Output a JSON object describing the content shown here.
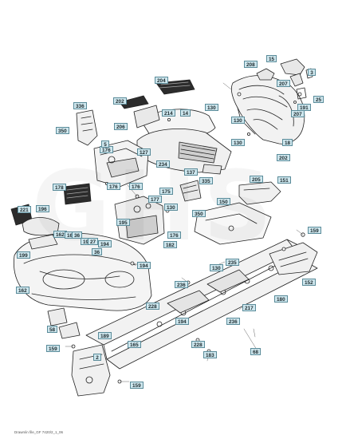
{
  "watermark": "GHS",
  "footer": "Drawn/in file_GF 7420/2_1_06",
  "callouts": [
    {
      "id": "c15",
      "text": "15"
    },
    {
      "id": "c208",
      "text": "208"
    },
    {
      "id": "c3",
      "text": "3"
    },
    {
      "id": "c207a",
      "text": "207"
    },
    {
      "id": "c204",
      "text": "204"
    },
    {
      "id": "c202a",
      "text": "202"
    },
    {
      "id": "c214",
      "text": "214"
    },
    {
      "id": "c336",
      "text": "336"
    },
    {
      "id": "c14",
      "text": "14"
    },
    {
      "id": "c130a",
      "text": "130"
    },
    {
      "id": "c191",
      "text": "191"
    },
    {
      "id": "c25",
      "text": "25"
    },
    {
      "id": "c207b",
      "text": "207"
    },
    {
      "id": "c206",
      "text": "206"
    },
    {
      "id": "c130b",
      "text": "130"
    },
    {
      "id": "c350a",
      "text": "350"
    },
    {
      "id": "c130c",
      "text": "130"
    },
    {
      "id": "c18",
      "text": "18"
    },
    {
      "id": "c176a",
      "text": "176"
    },
    {
      "id": "c5",
      "text": "5"
    },
    {
      "id": "c127",
      "text": "127"
    },
    {
      "id": "c202b",
      "text": "202"
    },
    {
      "id": "c234",
      "text": "234"
    },
    {
      "id": "c137",
      "text": "137"
    },
    {
      "id": "c205",
      "text": "205"
    },
    {
      "id": "c335",
      "text": "335"
    },
    {
      "id": "c176b",
      "text": "176"
    },
    {
      "id": "c176c",
      "text": "176"
    },
    {
      "id": "c178",
      "text": "178"
    },
    {
      "id": "c175",
      "text": "175"
    },
    {
      "id": "c151",
      "text": "151"
    },
    {
      "id": "c350b",
      "text": "350"
    },
    {
      "id": "c150",
      "text": "150"
    },
    {
      "id": "c221",
      "text": "221"
    },
    {
      "id": "c196a",
      "text": "196"
    },
    {
      "id": "c177",
      "text": "177"
    },
    {
      "id": "c195",
      "text": "195"
    },
    {
      "id": "c130d",
      "text": "130"
    },
    {
      "id": "c162a",
      "text": "162"
    },
    {
      "id": "c161",
      "text": "161"
    },
    {
      "id": "c36",
      "text": "36"
    },
    {
      "id": "c196b",
      "text": "196"
    },
    {
      "id": "c176d",
      "text": "176"
    },
    {
      "id": "c159a",
      "text": "159"
    },
    {
      "id": "c27",
      "text": "27"
    },
    {
      "id": "c194a",
      "text": "194"
    },
    {
      "id": "c182",
      "text": "182"
    },
    {
      "id": "c199",
      "text": "199"
    },
    {
      "id": "c36b",
      "text": "36"
    },
    {
      "id": "c194b",
      "text": "194"
    },
    {
      "id": "c130e",
      "text": "130"
    },
    {
      "id": "c235",
      "text": "235"
    },
    {
      "id": "c152",
      "text": "152"
    },
    {
      "id": "c236",
      "text": "236"
    },
    {
      "id": "c162b",
      "text": "162"
    },
    {
      "id": "c228a",
      "text": "228"
    },
    {
      "id": "c180",
      "text": "180"
    },
    {
      "id": "c217",
      "text": "217"
    },
    {
      "id": "c194c",
      "text": "194"
    },
    {
      "id": "c236b",
      "text": "236"
    },
    {
      "id": "c58",
      "text": "58"
    },
    {
      "id": "c189",
      "text": "189"
    },
    {
      "id": "c165",
      "text": "165"
    },
    {
      "id": "c228b",
      "text": "228"
    },
    {
      "id": "c183",
      "text": "183"
    },
    {
      "id": "c68",
      "text": "68"
    },
    {
      "id": "c159b",
      "text": "159"
    },
    {
      "id": "c2",
      "text": "2"
    },
    {
      "id": "c159c",
      "text": "159"
    }
  ]
}
